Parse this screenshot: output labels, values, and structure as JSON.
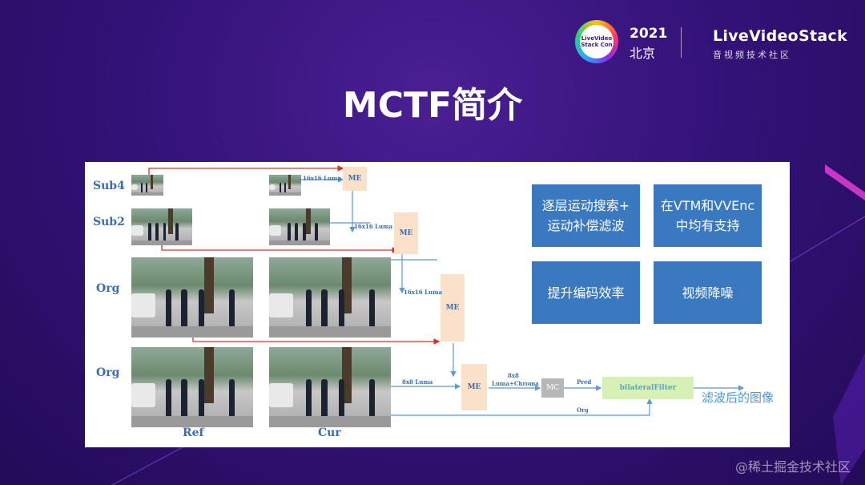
{
  "header": {
    "badge_text": "LiveVideo Stack Con",
    "event_year": "2021",
    "event_city": "北京",
    "brand_name": "LiveVideoStack",
    "brand_subtitle": "音视频技术社区"
  },
  "slide": {
    "title": "MCTF简介"
  },
  "diagram": {
    "row_labels": {
      "sub4": "Sub4",
      "sub2": "Sub2",
      "org1": "Org",
      "org2": "Org"
    },
    "column_labels": {
      "ref": "Ref",
      "cur": "Cur"
    },
    "me_label": "ME",
    "search_labels": {
      "sub4": "16x16 Luma",
      "sub2": "16x16 Luma",
      "org": "16x16 Luma",
      "fine": "8x8 Luma"
    },
    "mc_input_label_line1": "8x8",
    "mc_input_label_line2": "Luma+Chroma",
    "mc_label": "MC",
    "pred_label": "Pred",
    "org_label": "Org",
    "filter_label": "bilateralFilter",
    "output_label": "滤波后的图像"
  },
  "features": [
    {
      "line1": "逐层运动搜索+",
      "line2": "运动补偿滤波"
    },
    {
      "line1": "在VTM和VVEnc",
      "line2": "中均有支持"
    },
    {
      "line1": "提升编码效率",
      "line2": ""
    },
    {
      "line1": "视频降噪",
      "line2": ""
    }
  ],
  "watermark": "@稀土掘金技术社区"
}
